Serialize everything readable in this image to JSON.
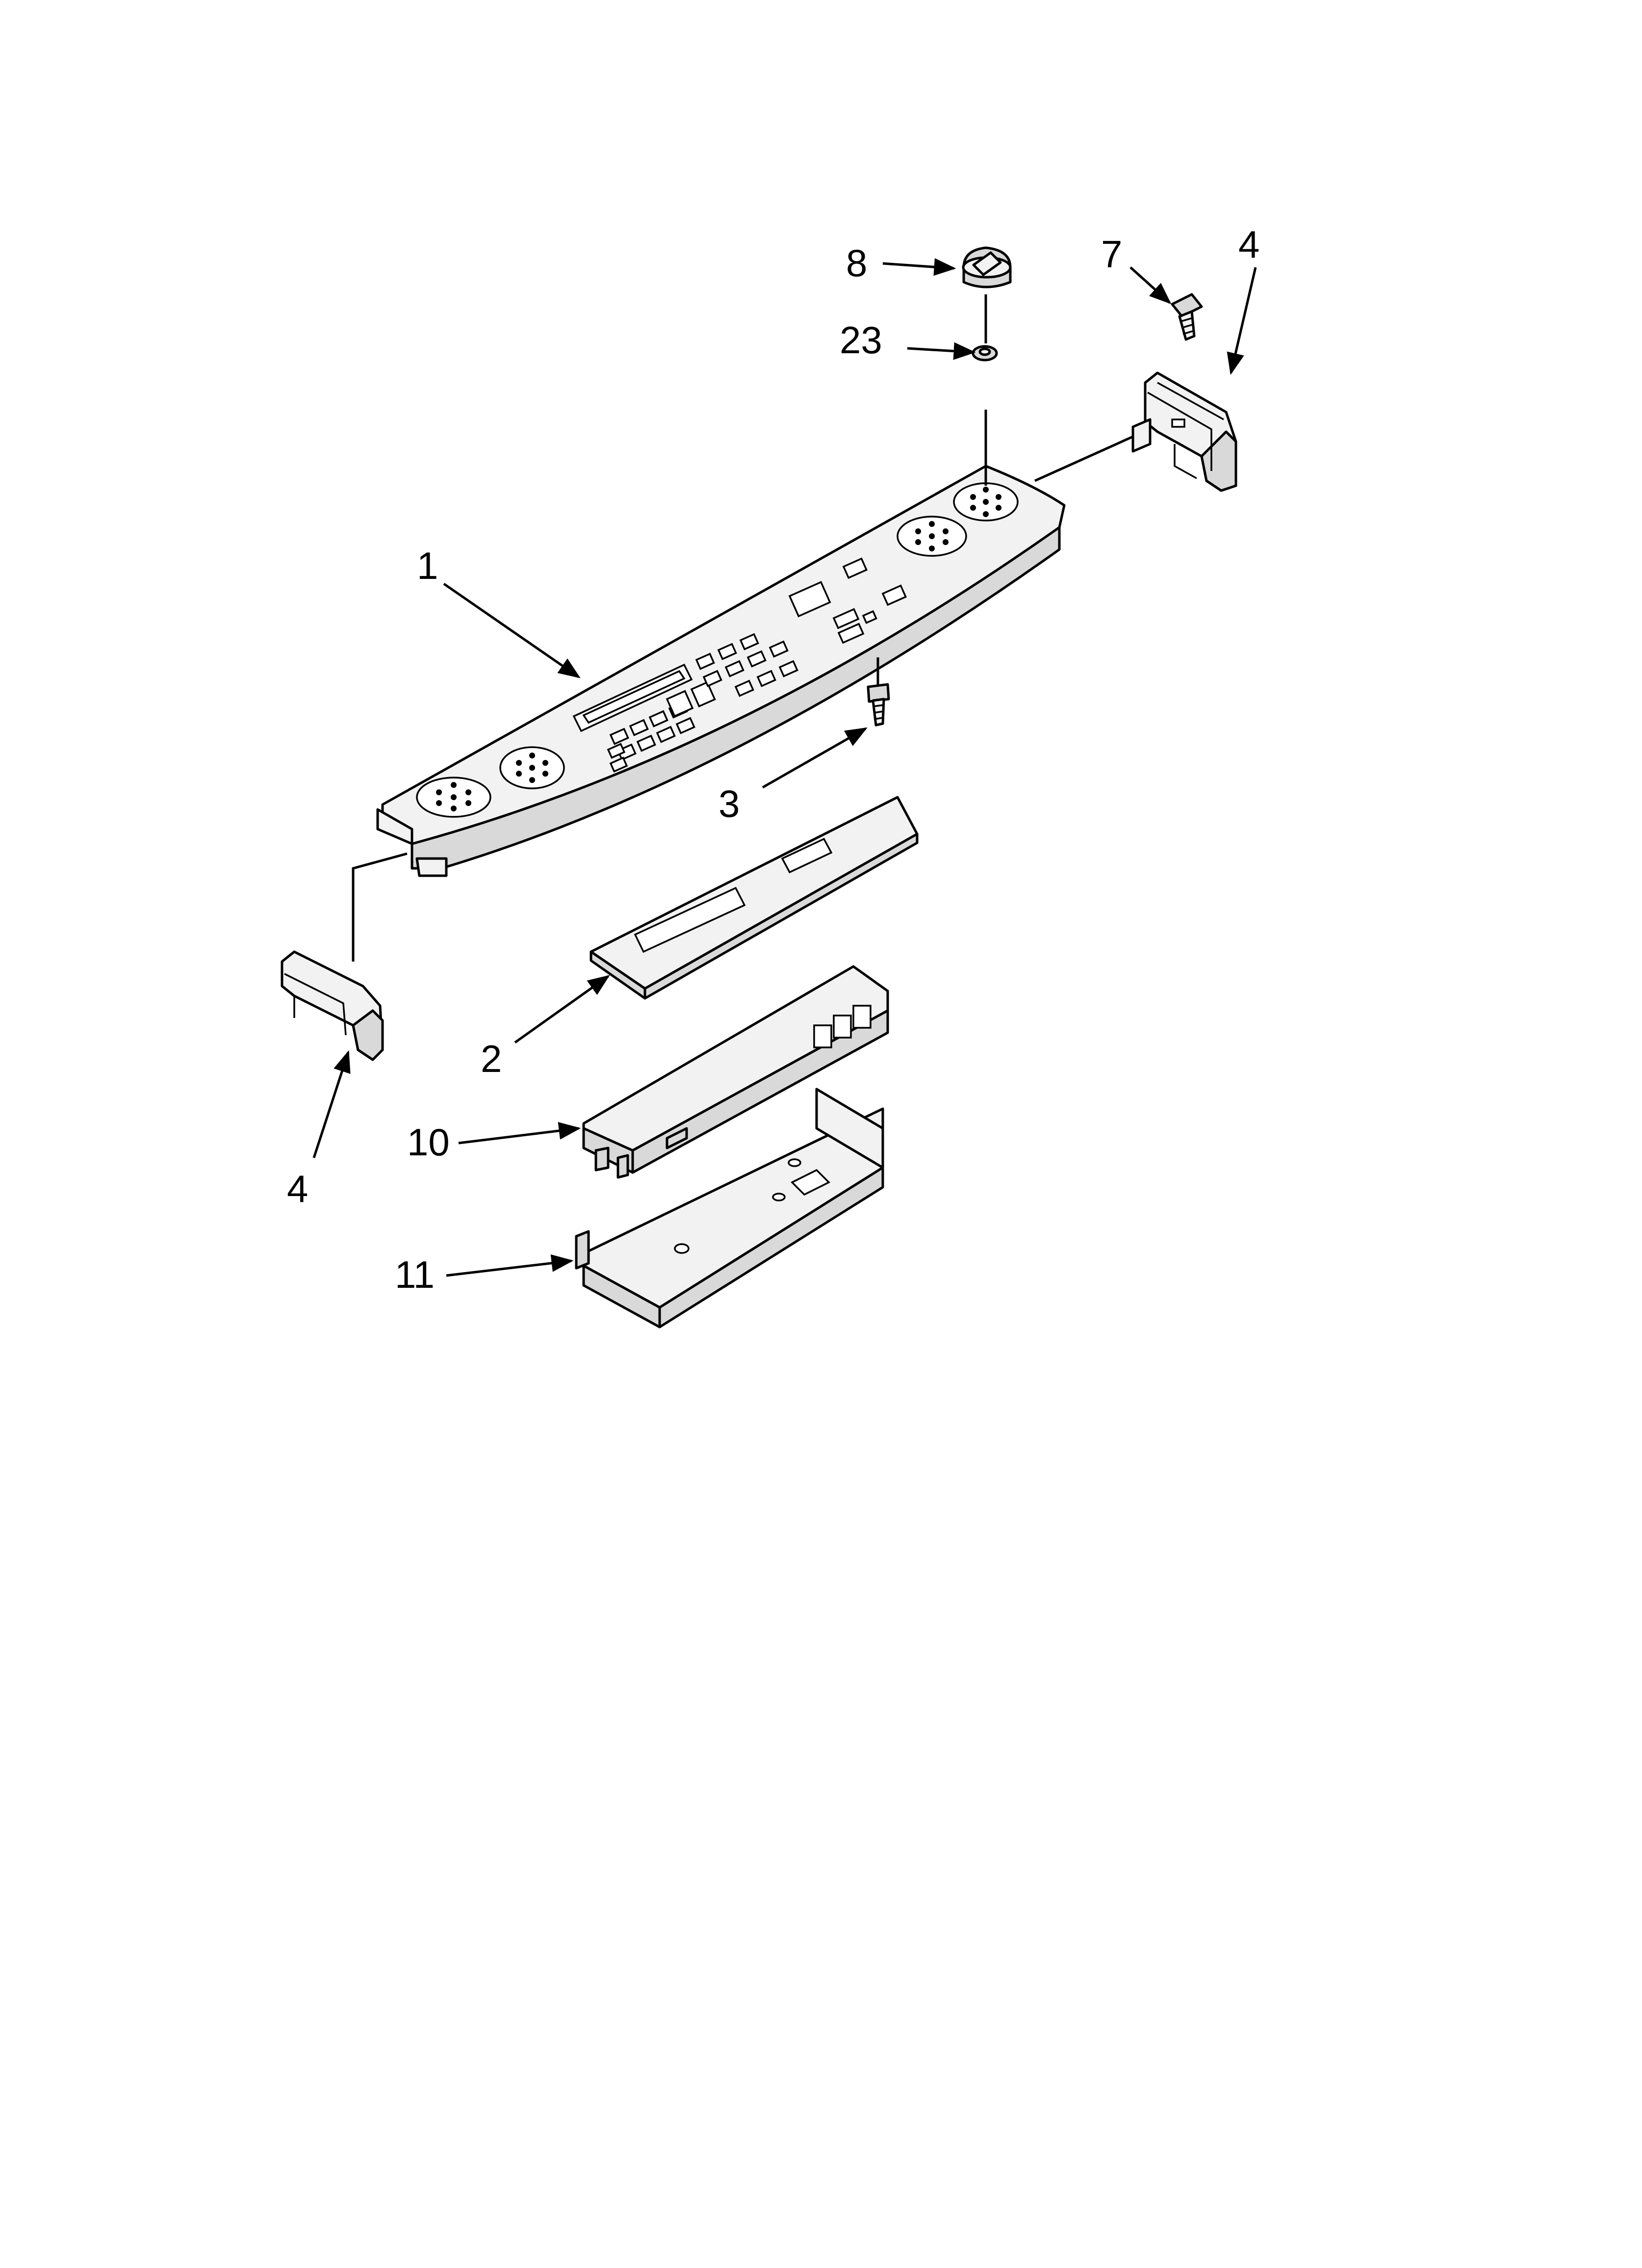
{
  "diagram": {
    "callouts": [
      {
        "id": "8",
        "label": "8"
      },
      {
        "id": "23",
        "label": "23"
      },
      {
        "id": "7",
        "label": "7"
      },
      {
        "id": "4_top",
        "label": "4"
      },
      {
        "id": "1",
        "label": "1"
      },
      {
        "id": "3",
        "label": "3"
      },
      {
        "id": "2",
        "label": "2"
      },
      {
        "id": "4_bottom",
        "label": "4"
      },
      {
        "id": "10",
        "label": "10"
      },
      {
        "id": "11",
        "label": "11"
      }
    ]
  }
}
